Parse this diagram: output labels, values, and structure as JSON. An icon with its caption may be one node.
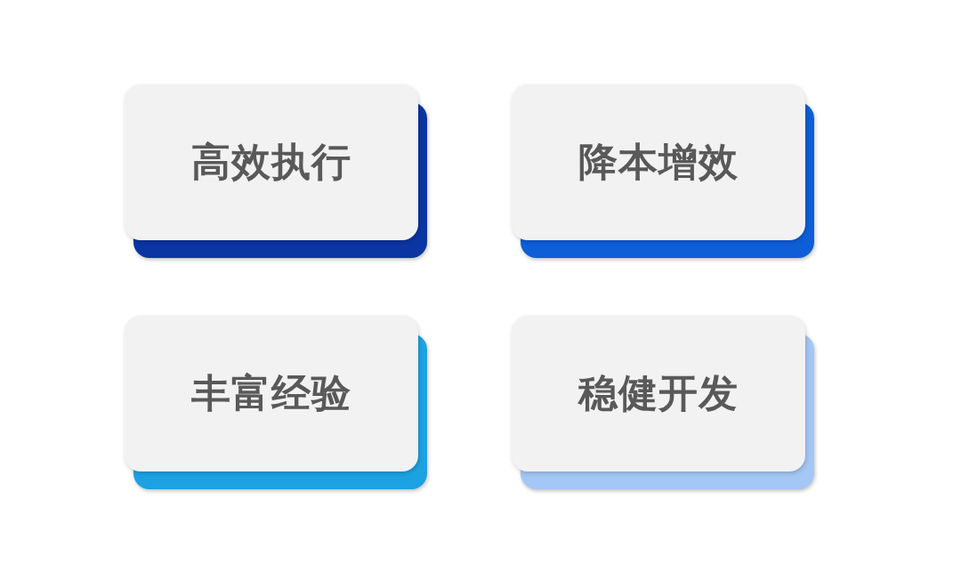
{
  "diagram": {
    "nodes": [
      {
        "text": [
          "高效执行"
        ]
      },
      {
        "text": [
          "降本增效"
        ]
      },
      {
        "text": [
          "丰富经验"
        ]
      },
      {
        "text": [
          "稳健开发"
        ]
      }
    ]
  }
}
